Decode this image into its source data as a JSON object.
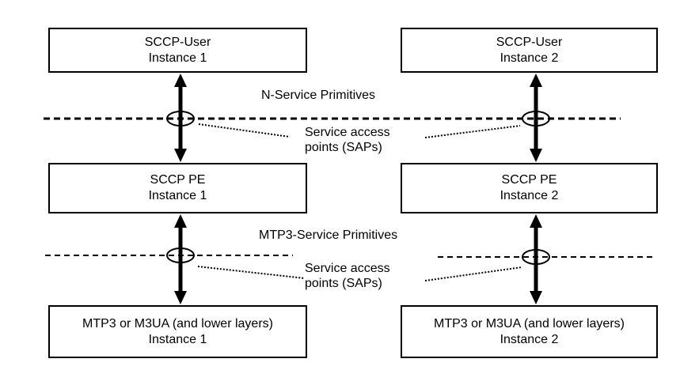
{
  "diagram": {
    "columns": [
      {
        "id": "instance-1",
        "boxes": [
          {
            "line1": "SCCP-User",
            "line2": "Instance 1"
          },
          {
            "line1": "SCCP PE",
            "line2": "Instance 1"
          },
          {
            "line1": "MTP3 or M3UA (and lower layers)",
            "line2": "Instance 1"
          }
        ]
      },
      {
        "id": "instance-2",
        "boxes": [
          {
            "line1": "SCCP-User",
            "line2": "Instance 2"
          },
          {
            "line1": "SCCP PE",
            "line2": "Instance 2"
          },
          {
            "line1": "MTP3 or M3UA (and lower layers)",
            "line2": "Instance 2"
          }
        ]
      }
    ],
    "labels": {
      "n_service_primitives": "N-Service Primitives",
      "mtp3_service_primitives": "MTP3-Service Primitives",
      "sap_top": {
        "line1": "Service access",
        "line2": "points (SAPs)"
      },
      "sap_bottom": {
        "line1": "Service access",
        "line2": "points (SAPs)"
      }
    },
    "colors": {
      "line": "#000000",
      "text": "#000000",
      "box_border": "#000000",
      "box_fill": "#ffffff",
      "background": "#ffffff"
    }
  }
}
